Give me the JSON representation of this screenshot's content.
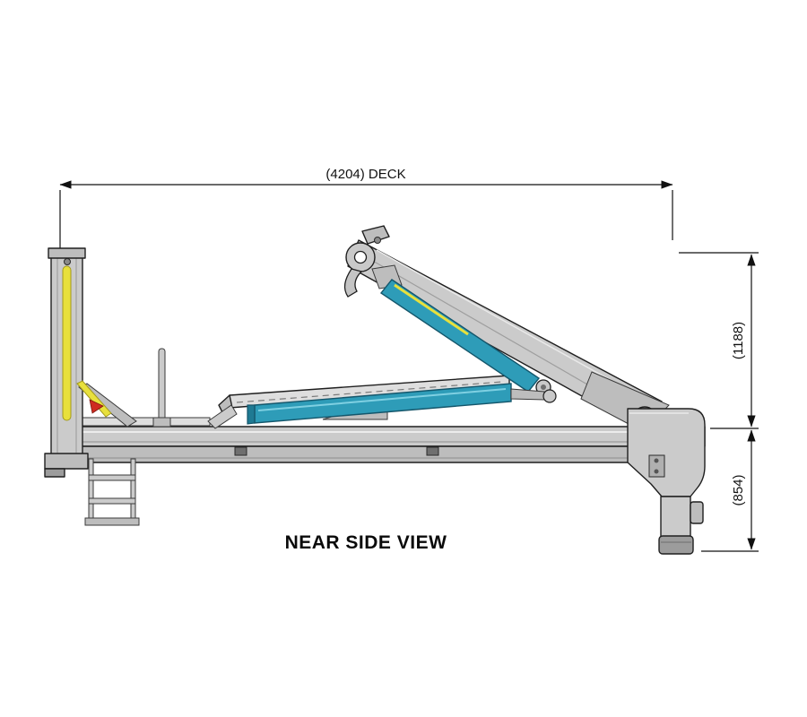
{
  "diagram": {
    "view_title": "NEAR SIDE VIEW",
    "dim_deck": "(4204) DECK",
    "dim_height_upper": "(1188)",
    "dim_height_lower": "(854)",
    "colors": {
      "body_gray": "#cbcbcb",
      "cylinder_teal": "#2e9cb8",
      "stripe_yellow": "#e8e03c",
      "accent_red": "#cf2b20",
      "outline": "#1f1f1f",
      "dimension_lines": "#111111"
    }
  }
}
